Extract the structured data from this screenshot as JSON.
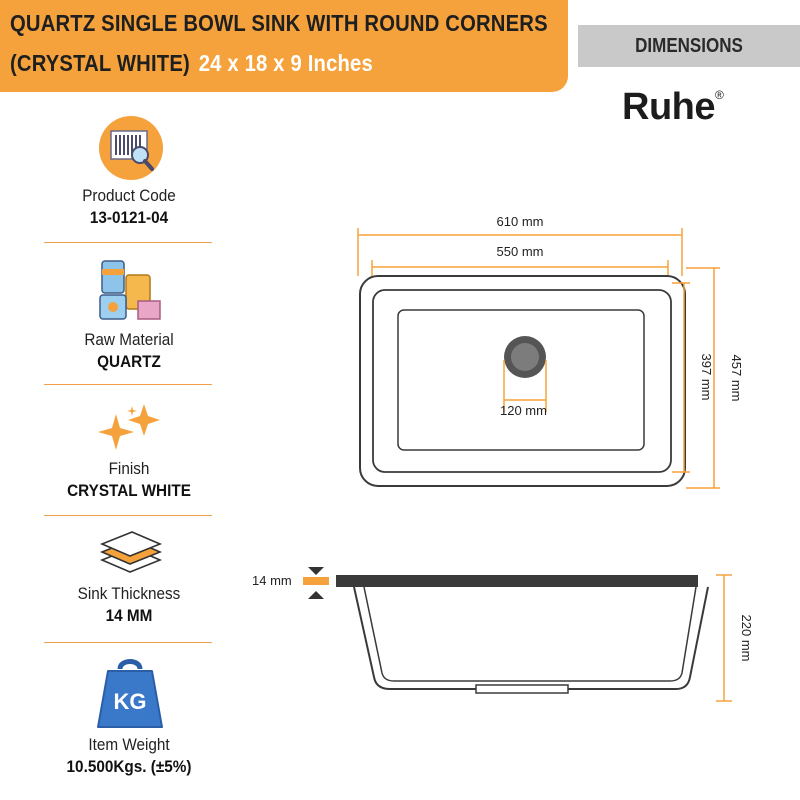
{
  "header": {
    "title_line1": "QUARTZ SINGLE BOWL SINK WITH ROUND CORNERS",
    "title_line2": "(CRYSTAL WHITE)",
    "size": "24 x 18 x 9 Inches",
    "dimensions_tab": "DIMENSIONS",
    "brand": "Ruhe",
    "brand_mark": "®"
  },
  "specs": [
    {
      "label": "Product Code",
      "value": "13-0121-04",
      "icon": "barcode-magnifier-icon"
    },
    {
      "label": "Raw Material",
      "value": "QUARTZ",
      "icon": "material-barrels-icon"
    },
    {
      "label": "Finish",
      "value": "CRYSTAL WHITE",
      "icon": "sparkle-icon"
    },
    {
      "label": "Sink Thickness",
      "value": "14 MM",
      "icon": "layers-icon"
    },
    {
      "label": "Item Weight",
      "value": "10.500Kgs. (±5%)",
      "icon": "kg-weight-icon",
      "badge": "KG"
    }
  ],
  "dimensions": {
    "outer_width": "610 mm",
    "inner_width": "550 mm",
    "inner_length": "397 mm",
    "outer_length": "457 mm",
    "drain": "120 mm",
    "thickness": "14 mm",
    "depth": "220 mm"
  },
  "colors": {
    "accent": "#f5a23c",
    "tab": "#c9c9c9",
    "drawing": "#3a3a3a"
  }
}
